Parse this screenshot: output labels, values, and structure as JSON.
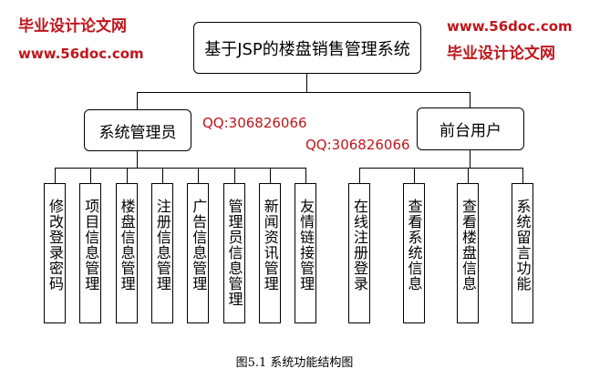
{
  "root": {
    "label": "基于JSP的楼盘销售管理系统"
  },
  "groups": [
    {
      "label": "系统管理员",
      "children": [
        "修改登录密码",
        "项目信息管理",
        "楼盘信息管理",
        "注册信息管理",
        "广告信息管理",
        "管理员信息管理",
        "新闻资讯管理",
        "友情链接管理"
      ]
    },
    {
      "label": "前台用户",
      "children": [
        "在线注册登录",
        "查看系统信息",
        "查看楼盘信息",
        "系统留言功能"
      ]
    }
  ],
  "caption": "图5.1  系统功能结构图",
  "watermark": {
    "site": "毕业设计论文网",
    "url": "www.56doc.com",
    "qq": "QQ:306826066",
    "color": "#c0161c"
  }
}
